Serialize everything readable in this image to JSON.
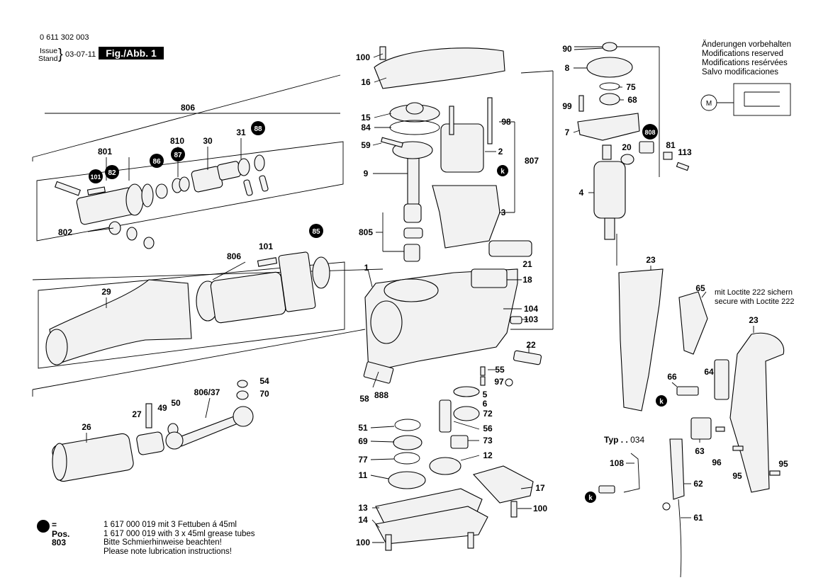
{
  "header": {
    "part_number": "0 611 302 003",
    "issue_label": "Issue",
    "stand_label": "Stand",
    "brace": "}",
    "date": "03-07-11",
    "figure": "Fig./Abb. 1"
  },
  "notes": [
    "Änderungen vorbehalten",
    "Modifications reserved",
    "Modifications resérvées",
    "Salvo modificaciones"
  ],
  "loctite": [
    "mit Loctite 222 sichern",
    "secure with Loctite 222"
  ],
  "typ": {
    "label": "Typ . .",
    "value": "034"
  },
  "legend": {
    "pos": "= Pos. 803",
    "lines": [
      "1 617 000 019 mit 3 Fettuben á 45ml",
      "1 617 000 019 with 3 x 45ml grease tubes",
      "Bitte Schmierhinweise beachten!",
      "Please note lubrication instructions!"
    ]
  },
  "labels": {
    "l806_top": "806",
    "l801": "801",
    "l810": "810",
    "l30": "30",
    "l31": "31",
    "l802": "802",
    "l806_mid": "806",
    "l101": "101",
    "l29": "29",
    "l26": "26",
    "l27": "27",
    "l49": "49",
    "l50": "50",
    "l806_37": "806/37",
    "l54": "54",
    "l70": "70",
    "l100a": "100",
    "l16": "16",
    "l15": "15",
    "l84": "84",
    "l59": "59",
    "l9": "9",
    "l805": "805",
    "l98": "98",
    "l2": "2",
    "l807": "807",
    "l3": "3",
    "l21": "21",
    "l18": "18",
    "l1": "1",
    "l104": "104",
    "l103": "103",
    "l22": "22",
    "l58": "58",
    "l888": "888",
    "l55": "55",
    "l97": "97",
    "l5": "5",
    "l6": "6",
    "l72": "72",
    "l51": "51",
    "l56": "56",
    "l69": "69",
    "l73": "73",
    "l77": "77",
    "l12": "12",
    "l11": "11",
    "l17": "17",
    "l13": "13",
    "l100b": "100",
    "l14": "14",
    "l100c": "100",
    "l90": "90",
    "l8": "8",
    "l75": "75",
    "l68": "68",
    "l99": "99",
    "l7": "7",
    "l20": "20",
    "l81": "81",
    "l113": "113",
    "l4": "4",
    "l23a": "23",
    "l65": "65",
    "l23b": "23",
    "l66": "66",
    "l64": "64",
    "l63": "63",
    "l96": "96",
    "l95a": "95",
    "l95b": "95",
    "l108": "108",
    "l62": "62",
    "l61": "61"
  },
  "badges": {
    "b88": "88",
    "b101": "101",
    "b82": "82",
    "b86": "86",
    "b87": "87",
    "b85": "85",
    "b808": "808",
    "k1": "k",
    "k2": "k",
    "k3": "k"
  }
}
